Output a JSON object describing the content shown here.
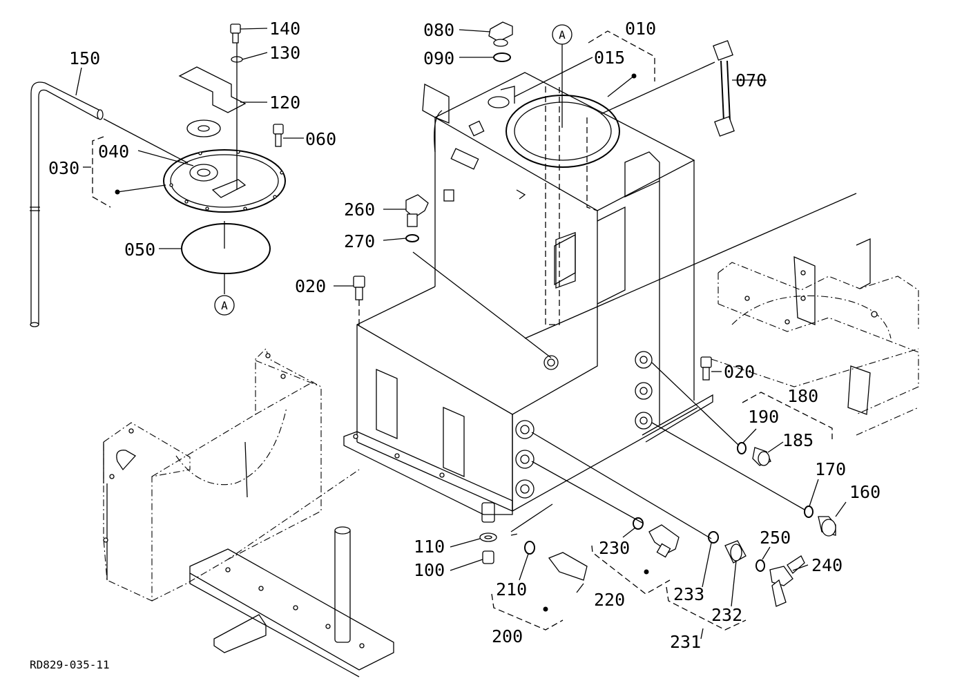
{
  "labels": {
    "p010": "010",
    "p015": "015",
    "p020a": "020",
    "p020b": "020",
    "p030": "030",
    "p040": "040",
    "p050": "050",
    "p060": "060",
    "p070": "070",
    "p080": "080",
    "p090": "090",
    "p100": "100",
    "p110": "110",
    "p120": "120",
    "p130": "130",
    "p140": "140",
    "p150": "150",
    "p160": "160",
    "p170": "170",
    "p180": "180",
    "p185": "185",
    "p190": "190",
    "p200": "200",
    "p210": "210",
    "p220": "220",
    "p230": "230",
    "p231": "231",
    "p232": "232",
    "p233": "233",
    "p240": "240",
    "p250": "250",
    "p260": "260",
    "p270": "270"
  },
  "view_markers": {
    "top": "A",
    "bottom": "A"
  },
  "reference_code": "RD829-035-11"
}
